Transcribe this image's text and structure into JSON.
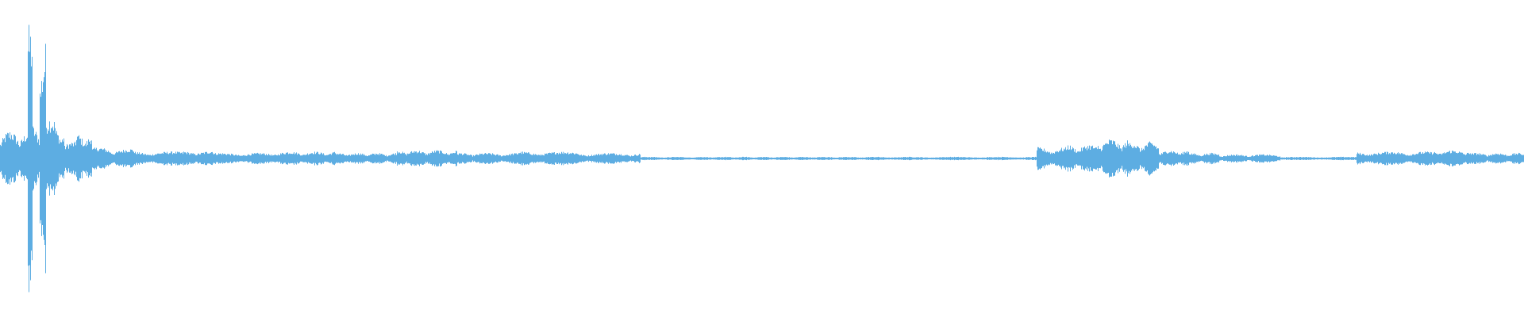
{
  "waveform": {
    "color": "#5DADE2",
    "background": "#FFFFFF",
    "segments": [
      {
        "start": 0.0,
        "end": 0.018,
        "amp": 0.2
      },
      {
        "start": 0.018,
        "end": 0.021,
        "amp": 0.95
      },
      {
        "start": 0.021,
        "end": 0.026,
        "amp": 0.25
      },
      {
        "start": 0.026,
        "end": 0.03,
        "amp": 0.92
      },
      {
        "start": 0.03,
        "end": 0.036,
        "amp": 0.3
      },
      {
        "start": 0.036,
        "end": 0.042,
        "amp": 0.25
      },
      {
        "start": 0.042,
        "end": 0.05,
        "amp": 0.12
      },
      {
        "start": 0.05,
        "end": 0.06,
        "amp": 0.2
      },
      {
        "start": 0.06,
        "end": 0.072,
        "amp": 0.08
      },
      {
        "start": 0.072,
        "end": 0.088,
        "amp": 0.07
      },
      {
        "start": 0.088,
        "end": 0.12,
        "amp": 0.05
      },
      {
        "start": 0.12,
        "end": 0.14,
        "amp": 0.06
      },
      {
        "start": 0.14,
        "end": 0.18,
        "amp": 0.04
      },
      {
        "start": 0.18,
        "end": 0.22,
        "amp": 0.05
      },
      {
        "start": 0.22,
        "end": 0.26,
        "amp": 0.04
      },
      {
        "start": 0.26,
        "end": 0.3,
        "amp": 0.06
      },
      {
        "start": 0.3,
        "end": 0.34,
        "amp": 0.04
      },
      {
        "start": 0.34,
        "end": 0.38,
        "amp": 0.05
      },
      {
        "start": 0.38,
        "end": 0.42,
        "amp": 0.04
      },
      {
        "start": 0.42,
        "end": 0.68,
        "amp": 0.012
      },
      {
        "start": 0.68,
        "end": 0.7,
        "amp": 0.08
      },
      {
        "start": 0.7,
        "end": 0.72,
        "amp": 0.1
      },
      {
        "start": 0.72,
        "end": 0.74,
        "amp": 0.14
      },
      {
        "start": 0.74,
        "end": 0.76,
        "amp": 0.12
      },
      {
        "start": 0.76,
        "end": 0.78,
        "amp": 0.06
      },
      {
        "start": 0.78,
        "end": 0.8,
        "amp": 0.04
      },
      {
        "start": 0.8,
        "end": 0.84,
        "amp": 0.03
      },
      {
        "start": 0.84,
        "end": 0.89,
        "amp": 0.012
      },
      {
        "start": 0.89,
        "end": 0.94,
        "amp": 0.05
      },
      {
        "start": 0.94,
        "end": 0.965,
        "amp": 0.06
      },
      {
        "start": 0.965,
        "end": 1.0,
        "amp": 0.04
      }
    ]
  }
}
